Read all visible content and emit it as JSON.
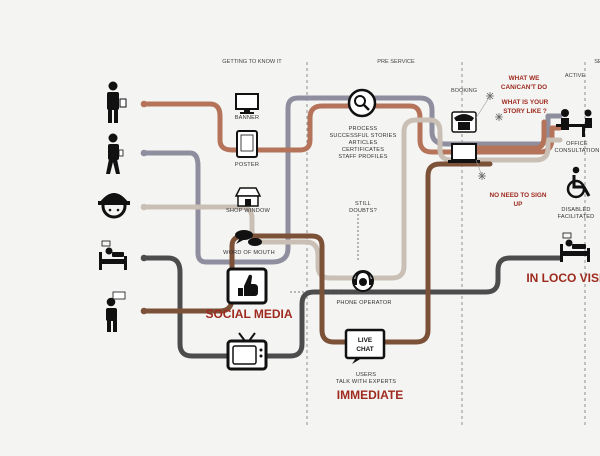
{
  "phases": {
    "getting_to_know_it": "GETTING TO KNOW IT",
    "pre_service": "PRE SERVICE",
    "booking": "BOOKING",
    "active": "ACTIVE",
    "service_cut": "SE"
  },
  "channels": {
    "banner": "BANNER",
    "poster": "POSTER",
    "shop_window": "SHOP WINDOW",
    "word_of_mouth": "WORD OF MOUTH",
    "social_media": "SOCIAL MEDIA",
    "process_lines": [
      "PROCESS",
      "SUCCESSFUL STORIES",
      "ARTICLES",
      "CERTIFICATES",
      "STAFF PROFILES"
    ],
    "still_doubts": [
      "STILL",
      "DOUBTS?"
    ],
    "phone_operator": "PHONE OPERATOR",
    "live_chat": [
      "LIVE",
      "CHAT"
    ],
    "users_talk": [
      "USERS",
      "TALK WITH EXPERTS"
    ],
    "immediate": "IMMEDIATE",
    "what_we_cant": [
      "WHAT WE",
      "CAN/CAN'T DO"
    ],
    "what_is_story": [
      "WHAT IS YOUR",
      "STORY LIKE ?"
    ],
    "no_need_sign": [
      "NO NEED TO SIGN",
      "UP"
    ],
    "office_consultation": [
      "OFFICE",
      "CONSULTATION"
    ],
    "disabled_facilitated": [
      "DISABLED",
      "FACILITATED"
    ],
    "in_loco_visit": "IN LOCO VISIT"
  },
  "colors": {
    "copper": "#b5735a",
    "slate": "#8e8e9e",
    "beige": "#c9bfb4",
    "charcoal": "#4c4c4c",
    "brown": "#7b5138",
    "accent_red": "#9e2a1e",
    "background": "#f4f4f3"
  },
  "icons": [
    "person-briefcase-icon",
    "person-walking-icon",
    "hard-hat-icon",
    "person-in-bed-icon",
    "person-speech-icon",
    "monitor-icon",
    "tablet-icon",
    "shop-icon",
    "speech-bubbles-icon",
    "thumbs-up-icon",
    "tv-icon",
    "magnifier-icon",
    "headset-operator-icon",
    "telephone-icon",
    "laptop-icon",
    "office-desk-icon",
    "wheelchair-icon",
    "bed-visit-icon",
    "sparkle-icon"
  ]
}
